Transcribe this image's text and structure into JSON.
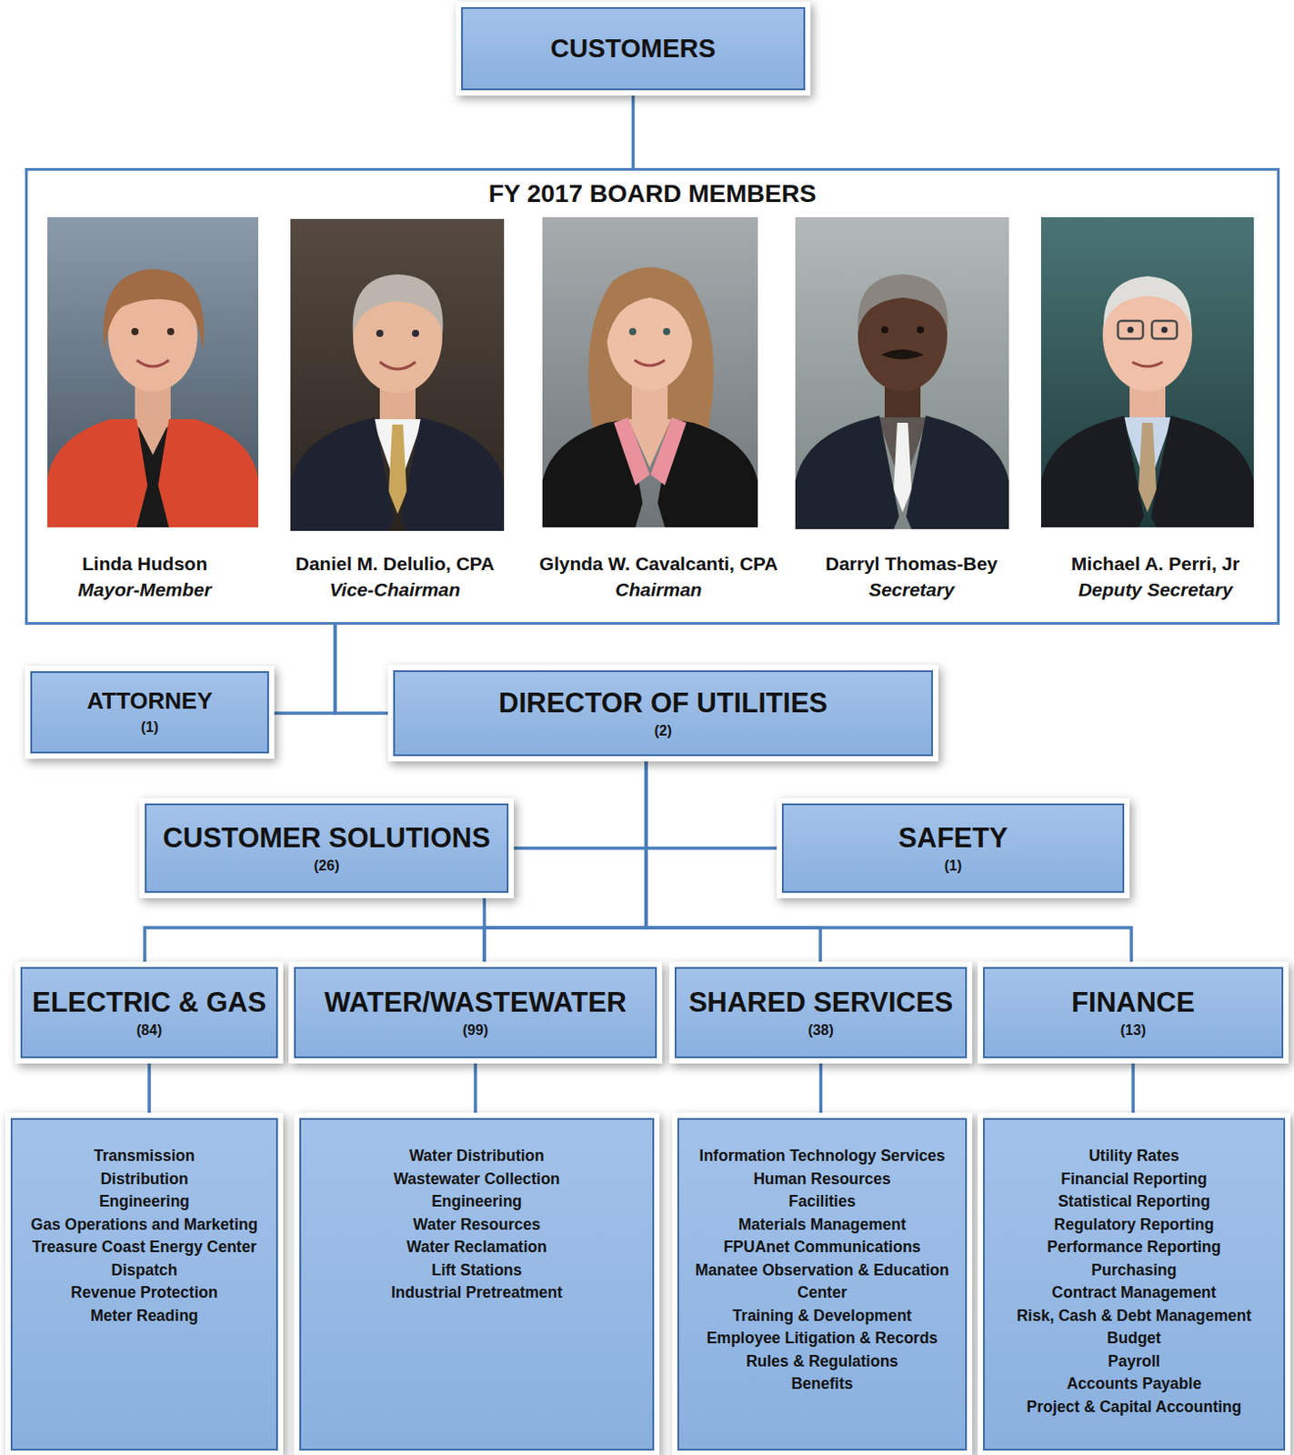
{
  "diagram": {
    "nodes": [
      {
        "text": [
          "CUSTOMERS"
        ]
      },
      {
        "text": [
          "FY 2017 BOARD MEMBERS"
        ]
      },
      {
        "text": [
          "ATTORNEY",
          "(1)"
        ]
      },
      {
        "text": [
          "DIRECTOR OF UTILITIES",
          "(2)"
        ]
      },
      {
        "text": [
          "CUSTOMER SOLUTIONS",
          "(26)"
        ]
      },
      {
        "text": [
          "SAFETY",
          "(1)"
        ]
      },
      {
        "text": [
          "ELECTRIC & GAS",
          "(84)"
        ]
      },
      {
        "text": [
          "WATER/WASTEWATER",
          "(99)"
        ]
      },
      {
        "text": [
          "SHARED SERVICES",
          "(38)"
        ]
      },
      {
        "text": [
          "FINANCE",
          "(13)"
        ]
      },
      {
        "text": [
          "Transmission",
          "Distribution",
          "Engineering",
          "Gas Operations and Marketing",
          "Treasure Coast Energy Center",
          "Dispatch",
          "Revenue Protection",
          "Meter Reading"
        ]
      },
      {
        "text": [
          "Water Distribution",
          "Wastewater Collection",
          "Engineering",
          "Water Resources",
          "Water Reclamation",
          "Lift Stations",
          "Industrial Pretreatment"
        ]
      },
      {
        "text": [
          "Information Technology Services",
          "Human Resources",
          "Facilities",
          "Materials Management",
          "FPUAnet Communications",
          "Manatee Observation & Education Center",
          "Training & Development",
          "Employee Litigation & Records",
          "Rules & Regulations",
          "Benefits"
        ]
      },
      {
        "text": [
          "Utility Rates",
          "Financial Reporting",
          "Statistical Reporting",
          "Regulatory Reporting",
          "Performance Reporting",
          "Purchasing",
          "Contract Management",
          "Risk, Cash & Debt Management",
          "Budget",
          "Payroll",
          "Accounts Payable",
          "Project & Capital Accounting"
        ]
      }
    ],
    "edges": [
      {
        "from": 0,
        "to": 1,
        "arrow": "none"
      },
      {
        "from": 1,
        "to": 2,
        "arrow": "none"
      },
      {
        "from": 1,
        "to": 3,
        "arrow": "none"
      },
      {
        "from": 3,
        "to": 4,
        "arrow": "none"
      },
      {
        "from": 3,
        "to": 5,
        "arrow": "none"
      },
      {
        "from": 3,
        "to": 6,
        "arrow": "none"
      },
      {
        "from": 3,
        "to": 7,
        "arrow": "none"
      },
      {
        "from": 3,
        "to": 8,
        "arrow": "none"
      },
      {
        "from": 3,
        "to": 9,
        "arrow": "none"
      },
      {
        "from": 6,
        "to": 10,
        "arrow": "none"
      },
      {
        "from": 7,
        "to": 11,
        "arrow": "none"
      },
      {
        "from": 8,
        "to": 12,
        "arrow": "none"
      },
      {
        "from": 9,
        "to": 13,
        "arrow": "none"
      },
      {
        "from": 4,
        "to": 7,
        "arrow": "none"
      }
    ],
    "labels": [
      "Linda Hudson",
      "Mayor-Member",
      "Daniel M. Delulio, CPA",
      "Vice-Chairman",
      "Glynda W. Cavalcanti, CPA",
      "Chairman",
      "Darryl Thomas-Bey",
      "Secretary",
      "Michael A. Perri, Jr",
      "Deputy Secretary"
    ]
  }
}
